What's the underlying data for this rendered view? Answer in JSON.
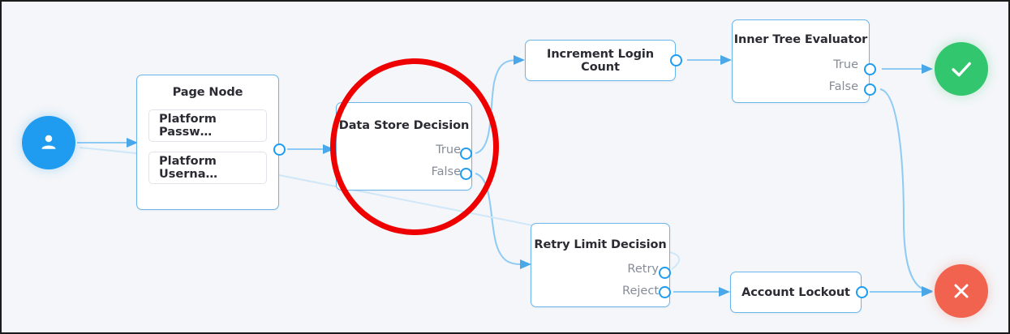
{
  "canvas": {
    "background_color": "#f4f6f9",
    "edge_color": "#8ecbf4",
    "accent_color": "#1f9cf0",
    "annotation_color": "#ee0000"
  },
  "terminals": [
    {
      "id": "start",
      "name": "start-user-node",
      "icon": "user-icon",
      "color": "#1f9cf0"
    },
    {
      "id": "success",
      "name": "success-outcome",
      "icon": "checkmark-icon",
      "color": "#32c66e"
    },
    {
      "id": "failure",
      "name": "failure-outcome",
      "icon": "close-x-icon",
      "color": "#f1634f"
    }
  ],
  "nodes": [
    {
      "id": "page-node",
      "title": "Page Node",
      "fields": [
        {
          "label": "Platform Passw…"
        },
        {
          "label": "Platform Userna…"
        }
      ],
      "outcomes": []
    },
    {
      "id": "data-store-decision",
      "title": "Data Store Decision",
      "fields": [],
      "outcomes": [
        {
          "label": "True"
        },
        {
          "label": "False"
        }
      ]
    },
    {
      "id": "increment-login-count",
      "title": "Increment Login Count",
      "fields": [],
      "outcomes": []
    },
    {
      "id": "inner-tree-evaluator",
      "title": "Inner Tree Evaluator",
      "fields": [],
      "outcomes": [
        {
          "label": "True"
        },
        {
          "label": "False"
        }
      ]
    },
    {
      "id": "retry-limit-decision",
      "title": "Retry Limit Decision",
      "fields": [],
      "outcomes": [
        {
          "label": "Retry"
        },
        {
          "label": "Reject"
        }
      ]
    },
    {
      "id": "account-lockout",
      "title": "Account Lockout",
      "fields": [],
      "outcomes": []
    }
  ],
  "annotation": {
    "shape": "circle",
    "target_node": "data-store-decision",
    "color": "#ee0000"
  }
}
